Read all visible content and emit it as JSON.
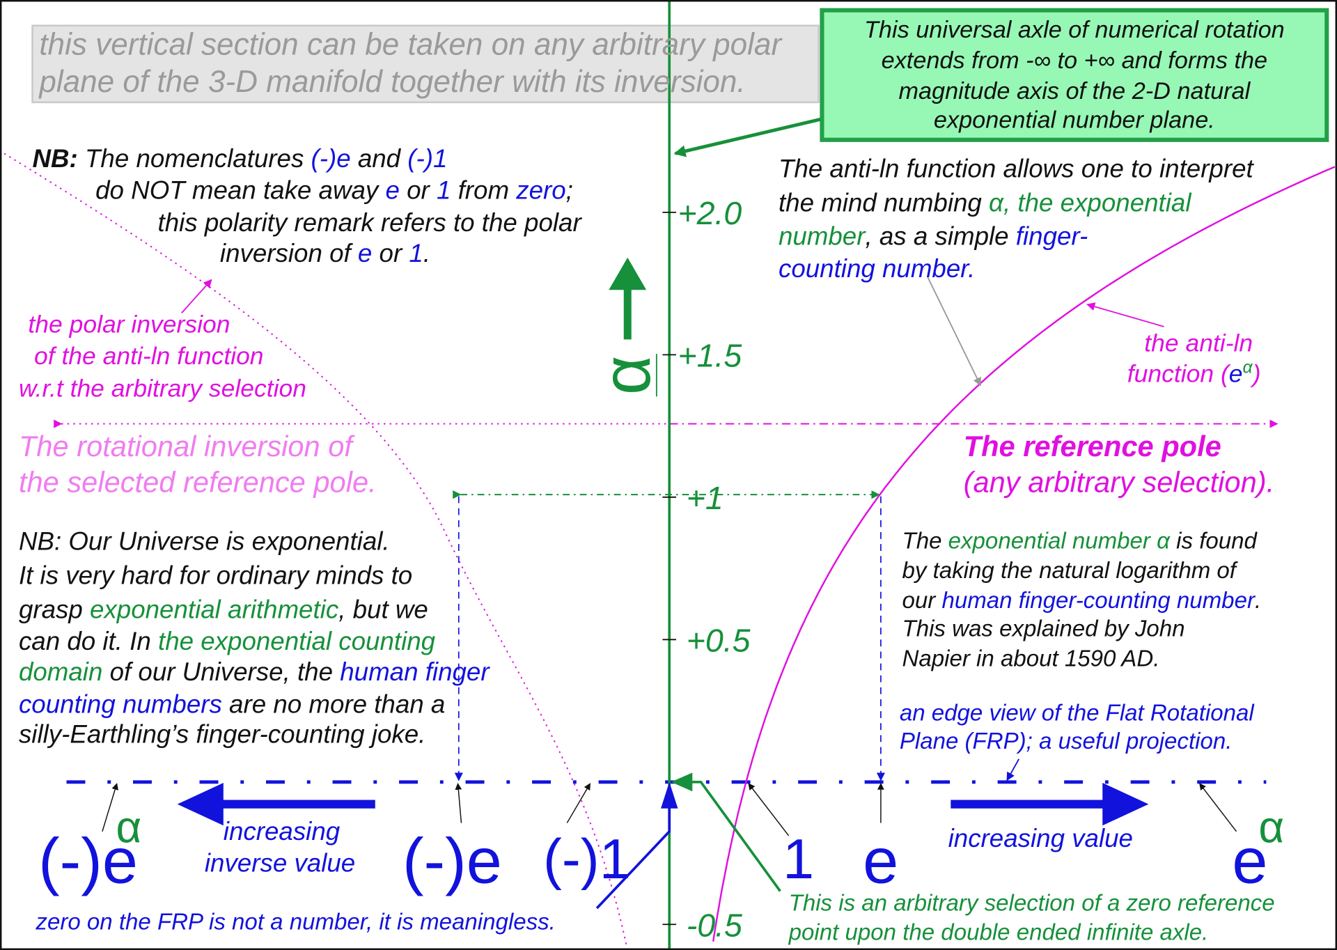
{
  "colors": {
    "k": "#111111",
    "g": "#16903a",
    "b": "#1212dd",
    "m": "#e010e0",
    "p": "#f07cf0",
    "gr": "#9a9a9a",
    "axis": "#16903a",
    "box_fill": "#96f8b4",
    "box_border": "#22a048",
    "gray_fill": "#e4e4e4"
  },
  "axis_ticks": [
    {
      "label": "+2.0",
      "value": 2.0
    },
    {
      "label": "+1.5",
      "value": 1.5
    },
    {
      "label": "+1",
      "value": 1.0
    },
    {
      "label": "+0.5",
      "value": 0.5
    },
    {
      "label": "-0.5",
      "value": -0.5
    }
  ],
  "alpha_symbol": "α",
  "blocks": {
    "gray_note": [
      [
        [
          "this vertical section can be taken on any arbitrary polar",
          "gr"
        ]
      ],
      [
        [
          "plane of the 3-D manifold together with its inversion.",
          "gr"
        ]
      ]
    ],
    "axle_note": [
      [
        [
          "This universal axle of numerical rotation",
          "k"
        ]
      ],
      [
        [
          "extends from -∞ to +∞ and forms the",
          "k"
        ]
      ],
      [
        [
          "magnitude axis of the 2-D natural",
          "k"
        ]
      ],
      [
        [
          "exponential number plane.",
          "k"
        ]
      ]
    ],
    "nb_nomenclature": [
      [
        [
          "NB:",
          "k",
          1
        ],
        [
          " The nomenclatures ",
          "k"
        ],
        [
          "(-)e",
          "b"
        ],
        [
          " and ",
          "k"
        ],
        [
          "(-)1",
          "b"
        ]
      ],
      [
        [
          "do NOT mean take away ",
          "k"
        ],
        [
          "e",
          "b"
        ],
        [
          " or ",
          "k"
        ],
        [
          "1",
          "b"
        ],
        [
          " from ",
          "k"
        ],
        [
          "zero",
          "b"
        ],
        [
          ";",
          "k"
        ]
      ],
      [
        [
          "this polarity remark refers to the polar",
          "k"
        ]
      ],
      [
        [
          "inversion of ",
          "k"
        ],
        [
          "e",
          "b"
        ],
        [
          " or ",
          "k"
        ],
        [
          "1",
          "b"
        ],
        [
          ".",
          "k"
        ]
      ]
    ],
    "anti_ln_note": [
      [
        [
          "The anti-ln function allows one to interpret",
          "k"
        ]
      ],
      [
        [
          "the mind numbing ",
          "k"
        ],
        [
          "α, the exponential",
          "g"
        ]
      ],
      [
        [
          "number",
          "g"
        ],
        [
          ", as a simple ",
          "k"
        ],
        [
          "finger-",
          "b"
        ]
      ],
      [
        [
          "counting number.",
          "b"
        ]
      ]
    ],
    "polar_inversion_label": [
      [
        [
          "the polar inversion",
          "m"
        ]
      ],
      [
        [
          "of the anti-ln function",
          "m"
        ]
      ],
      [
        [
          "w.r.t the arbitrary selection",
          "m"
        ]
      ]
    ],
    "anti_ln_label": [
      [
        [
          "the anti-ln",
          "m"
        ]
      ],
      [
        [
          "function (",
          "m"
        ],
        [
          "e",
          "b"
        ],
        [
          "α",
          "g",
          0,
          1
        ],
        [
          ")",
          "m"
        ]
      ]
    ],
    "rotational_inversion_label": [
      [
        [
          "The rotational inversion of",
          "p"
        ]
      ],
      [
        [
          "the selected reference pole.",
          "p"
        ]
      ]
    ],
    "reference_pole_label": [
      [
        [
          "The reference pole",
          "m",
          1
        ]
      ],
      [
        [
          "(any arbitrary selection).",
          "m"
        ]
      ]
    ],
    "nb_universe": [
      [
        [
          "NB: Our Universe is exponential.",
          "k"
        ]
      ],
      [
        [
          "It is very hard for ordinary minds to",
          "k"
        ]
      ],
      [
        [
          "grasp ",
          "k"
        ],
        [
          "exponential arithmetic",
          "g"
        ],
        [
          ", but we",
          "k"
        ]
      ],
      [
        [
          "can do it. In ",
          "k"
        ],
        [
          "the exponential counting",
          "g"
        ]
      ],
      [
        [
          "domain",
          "g"
        ],
        [
          " of our Universe, the ",
          "k"
        ],
        [
          "human finger",
          "b"
        ]
      ],
      [
        [
          "counting numbers",
          "b"
        ],
        [
          " are no more than a",
          "k"
        ]
      ],
      [
        [
          "silly-Earthling’s finger-counting joke.",
          "k"
        ]
      ]
    ],
    "napier_note": [
      [
        [
          "The ",
          "k"
        ],
        [
          "exponential number α",
          "g"
        ],
        [
          " is found",
          "k"
        ]
      ],
      [
        [
          "by taking the natural logarithm of",
          "k"
        ]
      ],
      [
        [
          "our ",
          "k"
        ],
        [
          "human finger-counting number",
          "b"
        ],
        [
          ".",
          "k"
        ]
      ],
      [
        [
          "This was explained by John",
          "k"
        ]
      ],
      [
        [
          "Napier in about 1590 AD.",
          "k"
        ]
      ]
    ],
    "frp_note": [
      [
        [
          "an edge view of the Flat Rotational",
          "b"
        ]
      ],
      [
        [
          "Plane (FRP); a useful projection.",
          "b"
        ]
      ]
    ],
    "increasing_inverse": [
      [
        [
          "increasing",
          "b"
        ]
      ],
      [
        [
          "inverse value",
          "b"
        ]
      ]
    ],
    "increasing_value": [
      [
        [
          "increasing value",
          "b"
        ]
      ]
    ],
    "zero_note": [
      [
        [
          "zero on the FRP is not a number, it is meaningless.",
          "b"
        ]
      ]
    ],
    "zero_selection_note": [
      [
        [
          "This is an arbitrary selection of a zero reference",
          "g"
        ]
      ],
      [
        [
          "point upon the double ended infinite axle.",
          "g"
        ]
      ]
    ],
    "label_neg_e_alpha": [
      [
        [
          "(-)e",
          "b"
        ]
      ]
    ],
    "label_neg_e_alpha_sup": [
      [
        [
          "α",
          "g"
        ]
      ]
    ],
    "label_neg_e": [
      [
        [
          "(-)e",
          "b"
        ]
      ]
    ],
    "label_neg_1": [
      [
        [
          "(-)1",
          "b"
        ]
      ]
    ],
    "label_1": [
      [
        [
          "1",
          "b"
        ]
      ]
    ],
    "label_e": [
      [
        [
          "e",
          "b"
        ]
      ]
    ],
    "label_e_alpha": [
      [
        [
          "e",
          "b"
        ]
      ]
    ],
    "label_e_alpha_sup": [
      [
        [
          "α",
          "g"
        ]
      ]
    ]
  }
}
